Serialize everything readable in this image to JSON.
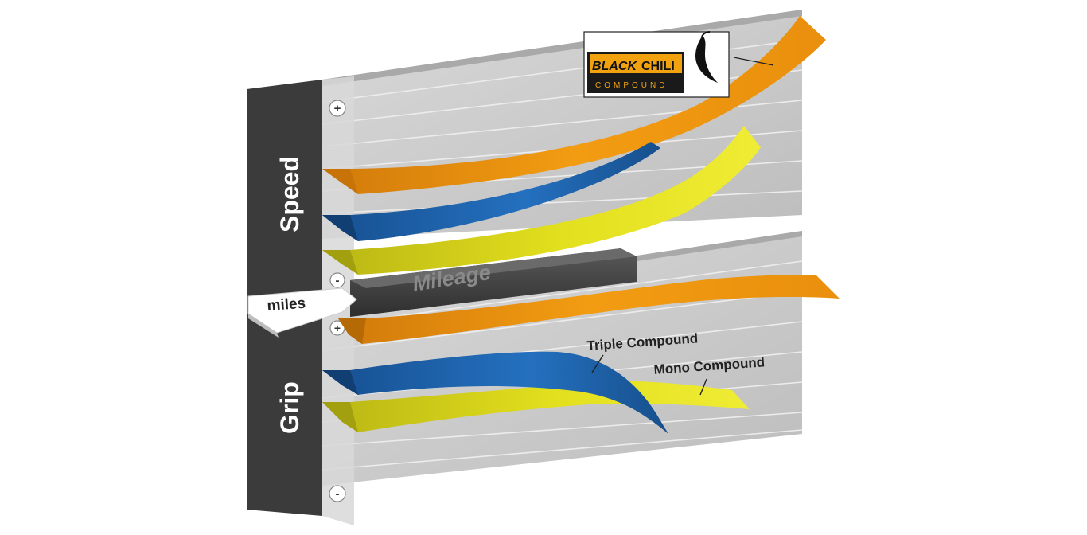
{
  "axes": {
    "top_label": "Speed",
    "bottom_label": "Grip",
    "middle_label": "Mileage",
    "unit_label": "miles",
    "plus_symbol": "+",
    "minus_symbol": "-"
  },
  "annotations": {
    "triple": "Triple Compound",
    "mono": "Mono Compound"
  },
  "logo": {
    "text_black": "BLACK",
    "text_chili": "CHILI",
    "subtitle": "COMPOUND"
  },
  "colors": {
    "black_chili": "#ef9a10",
    "triple_compound": "#1f67b3",
    "mono_compound": "#e2df1f",
    "panel": "#cfcfcf",
    "axis_dark": "#3b3b3b",
    "mileage_bar": "#404040"
  },
  "icons": [
    "plus-circle-icon",
    "minus-circle-icon",
    "chili-pepper-icon"
  ]
}
